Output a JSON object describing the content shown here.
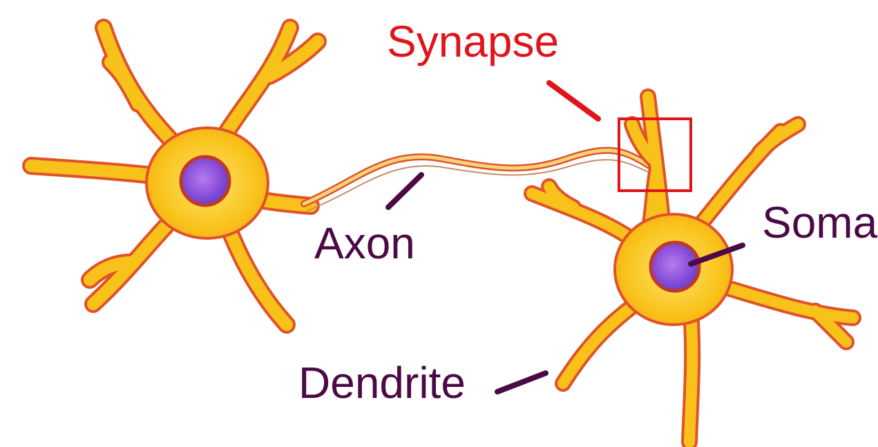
{
  "labels": {
    "synapse": "Synapse",
    "axon": "Axon",
    "soma": "Soma",
    "dendrite": "Dendrite"
  },
  "colors": {
    "synapse_label": "#e0141b",
    "structure_label": "#4a0a45",
    "cell_fill": "#f9c21a",
    "cell_outline": "#e0522a",
    "nucleus_fill": "#8b4fd8",
    "nucleus_outline": "#c0392b",
    "background": "#ffffff"
  }
}
